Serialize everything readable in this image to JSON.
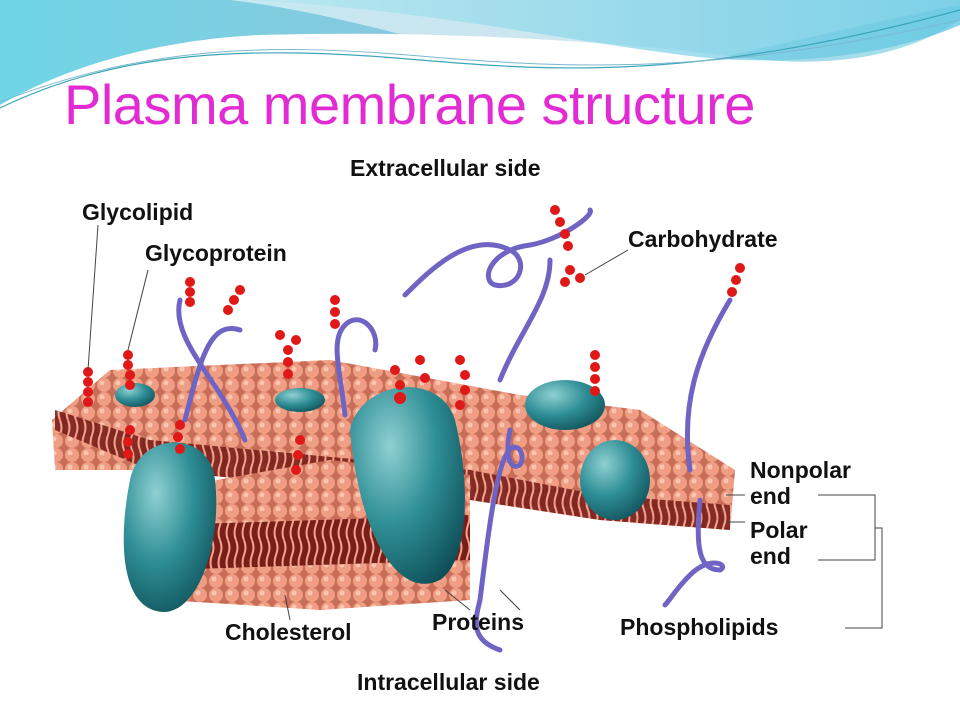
{
  "slide": {
    "title": "Plasma membrane structure"
  },
  "diagram": {
    "labels": {
      "extracellular": "Extracellular side",
      "glycolipid": "Glycolipid",
      "glycoprotein": "Glycoprotein",
      "carbohydrate": "Carbohydrate",
      "nonpolar_line1": "Nonpolar",
      "nonpolar_line2": "end",
      "polar_line1": "Polar",
      "polar_line2": "end",
      "cholesterol": "Cholesterol",
      "proteins": "Proteins",
      "phospholipids": "Phospholipids",
      "intracellular": "Intracellular side"
    },
    "colors": {
      "title": "#e22bd2",
      "membrane": "#e9957a",
      "protein": "#2f8f96",
      "carbohydrate": "#e01818",
      "fiber": "#6f64c4"
    }
  }
}
